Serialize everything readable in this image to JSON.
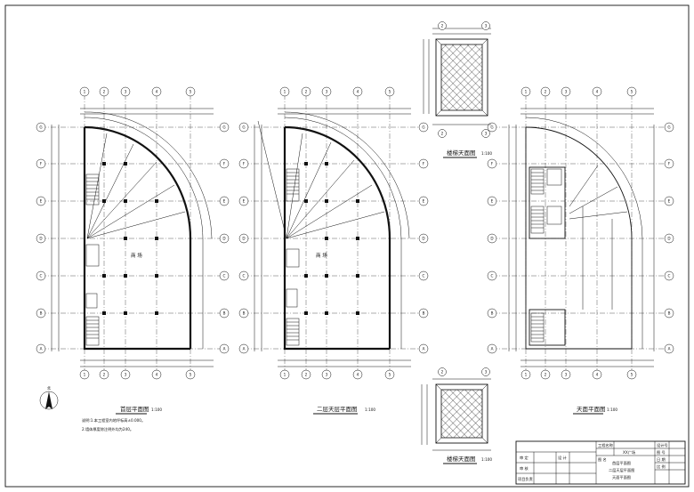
{
  "drawings": {
    "plan1_title": "首层平面图",
    "plan1_scale": "1:100",
    "plan2_title": "二层天层平面图",
    "plan2_scale": "1:100",
    "plan3_title": "天面平面图",
    "plan3_scale": "1:100",
    "roof_top_title": "楼梯天面图",
    "roof_top_scale": "1:100",
    "roof_bottom_title": "楼梯天面图",
    "roof_bottom_scale": "1:100",
    "room1": "商 场",
    "room2": "商 场",
    "north_label": "北",
    "notes": [
      "说明:1.本工程室内地坪标高±0.000。",
      "2.墙体厚度除注明外均为240。"
    ]
  },
  "title_block": {
    "project_label": "工程名称",
    "project_value": "XX广场",
    "drawing_label": "图 名",
    "drawing_names": [
      "首层平面图",
      "二层天层平面图",
      "天面平面图"
    ],
    "right_labels": [
      "设计号",
      "图 号",
      "日 期",
      "比 例"
    ],
    "left_labels": [
      "审 定",
      "审 核",
      "项目负责",
      "设 计"
    ]
  }
}
